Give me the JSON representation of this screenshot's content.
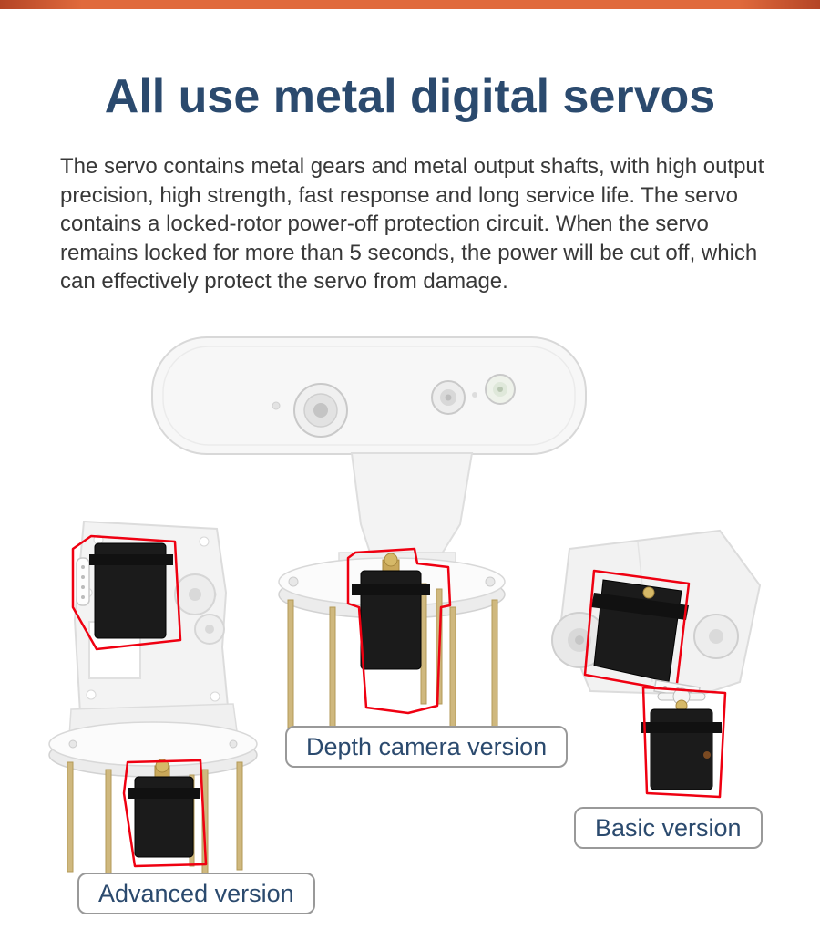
{
  "page": {
    "title": "All use metal digital servos",
    "description": "The servo contains metal gears and metal output shafts, with high output precision, high strength, fast response and long service life. The servo contains a locked-rotor power-off protection circuit. When the servo remains locked for more than 5 seconds, the power will be cut off, which can effectively protect the servo from damage."
  },
  "versions": [
    {
      "label": "Advanced version"
    },
    {
      "label": "Depth camera version"
    },
    {
      "label": "Basic version"
    }
  ],
  "colors": {
    "heading_text": "#2b4a6e",
    "body_text": "#383838",
    "servo_highlight": "#ef0011",
    "label_border": "#999999",
    "banner_orange": "#e06a3c",
    "standoff_gold": "#cfb87e"
  }
}
